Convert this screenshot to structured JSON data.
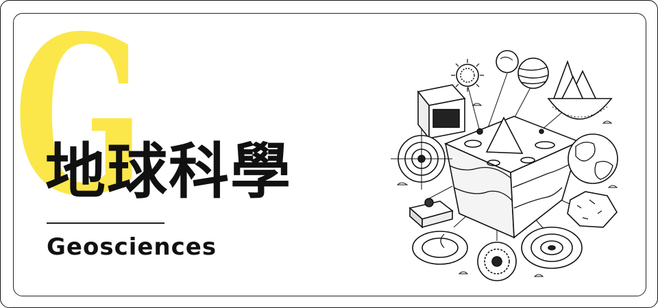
{
  "banner": {
    "decor_letter": "G",
    "title": "地球科學",
    "subtitle": "Geosciences"
  },
  "colors": {
    "accent_yellow": "#fbe74a",
    "text": "#111111",
    "border": "#222222"
  }
}
